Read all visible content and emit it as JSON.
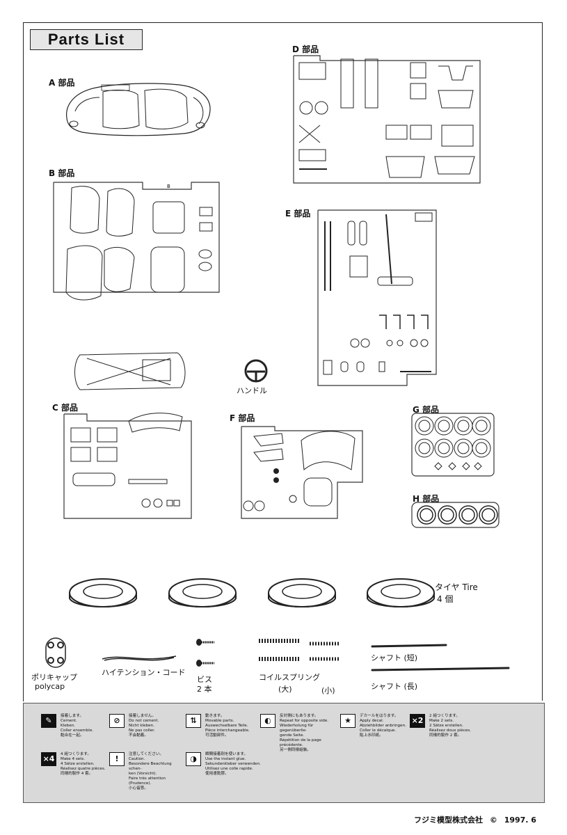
{
  "title": "Parts List",
  "sections": {
    "a": "A 部品",
    "b": "B 部品",
    "c": "C 部品",
    "d": "D 部品",
    "e": "E 部品",
    "f": "F 部品",
    "g": "G 部品",
    "h": "H 部品"
  },
  "misc": {
    "steering": "ハンドル",
    "tire_ja": "タイヤ Tire",
    "tire_count": "4 個",
    "polycap_ja": "ポリキャップ",
    "polycap_en": "polycap",
    "cord": "ハイテンション・コード",
    "screw": "ビス",
    "screw_count": "2 本",
    "spring": "コイルスプリング",
    "spring_large": "(大)",
    "spring_small": "(小)",
    "shaft_short": "シャフト (短)",
    "shaft_long": "シャフト (長)"
  },
  "legend": [
    {
      "icon": "cement-icon",
      "glyph": "✎",
      "lines": [
        "接着します。",
        "Cement.",
        "Kleben.",
        "Coller ensemble.",
        "黏合在一起。"
      ]
    },
    {
      "icon": "no-cement-icon",
      "glyph": "⊘",
      "lines": [
        "接着しません。",
        "Do not cement.",
        "Nicht kleben.",
        "Ne pas coller.",
        "不会黏着。"
      ]
    },
    {
      "icon": "movable-icon",
      "glyph": "⇅",
      "lines": [
        "動きます。",
        "Movable parts.",
        "Auswechselbare Teile.",
        "Pièce interchangeable.",
        "可活動部件。"
      ]
    },
    {
      "icon": "opposite-side-icon",
      "glyph": "◐",
      "lines": [
        "反対側にもあります。",
        "Repeat for opposite side.",
        "Wiederholung für gegenüberlie-",
        "gende Seite.",
        "Répétition de la page",
        "précédente.",
        "另一側同樣組裝。"
      ]
    },
    {
      "icon": "decal-icon",
      "glyph": "★",
      "lines": [
        "デカールをはります。",
        "Apply decal.",
        "Abziehbilder anbringen.",
        "Coller le décalque.",
        "貼上水印紙。"
      ]
    },
    {
      "icon": "make-two-icon",
      "glyph": "×2",
      "lines": [
        "2 組つくります。",
        "Make 2 sets.",
        "2 Sätze erstellen.",
        "Réalisez doux pièces.",
        "同樣的製作 2 套。"
      ]
    },
    {
      "icon": "make-four-icon",
      "glyph": "×4",
      "lines": [
        "4 組つくります。",
        "Make 4 sets.",
        "4 Sätze erstellen.",
        "Réalisez quatre pièces.",
        "同樣的製作 4 套。"
      ]
    },
    {
      "icon": "caution-icon",
      "glyph": "!",
      "lines": [
        "注意してください。",
        "Caution.",
        "Besondere Beachtung schen-",
        "ken (Vorsicht).",
        "Faire très attention (Prudence).",
        "小心留意。"
      ]
    },
    {
      "icon": "instant-glue-icon",
      "glyph": "◑",
      "lines": [
        "瞬間接着剤を使います。",
        "Use the instant glue.",
        "Sekundenkleber verwenden.",
        "Utilisez une colle rapide.",
        "使用速乾膠。"
      ]
    }
  ],
  "footer": {
    "company": "フジミ模型株式会社",
    "copyright": "©",
    "date": "1997. 6"
  }
}
